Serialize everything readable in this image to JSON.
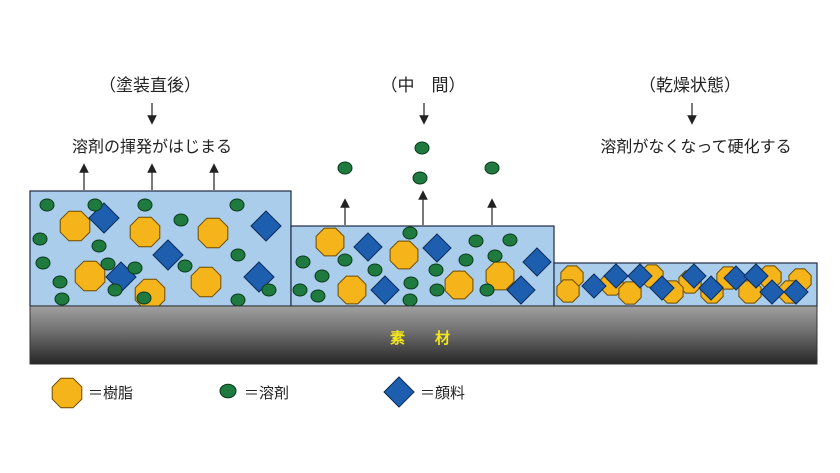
{
  "stages": [
    {
      "title": "（塗装直後）",
      "description": "溶剤の揮発がはじまる"
    },
    {
      "title": "（中　間）",
      "description": ""
    },
    {
      "title": "（乾燥状態）",
      "description": "溶剤がなくなって硬化する"
    }
  ],
  "substrate": {
    "label": "素　　材"
  },
  "legend": [
    {
      "shape": "octagon",
      "label": "＝樹脂"
    },
    {
      "shape": "circle",
      "label": "＝溶剤"
    },
    {
      "shape": "diamond",
      "label": "＝顔料"
    }
  ],
  "colors": {
    "coating": "#a9cdea",
    "resin": "#f4b41a",
    "solvent": "#1f7a3f",
    "pigment": "#1d5fae",
    "substrate_top": "#9a9a9a",
    "substrate_bottom": "#2a2a2a",
    "substrate_text": "#f2e51b"
  }
}
